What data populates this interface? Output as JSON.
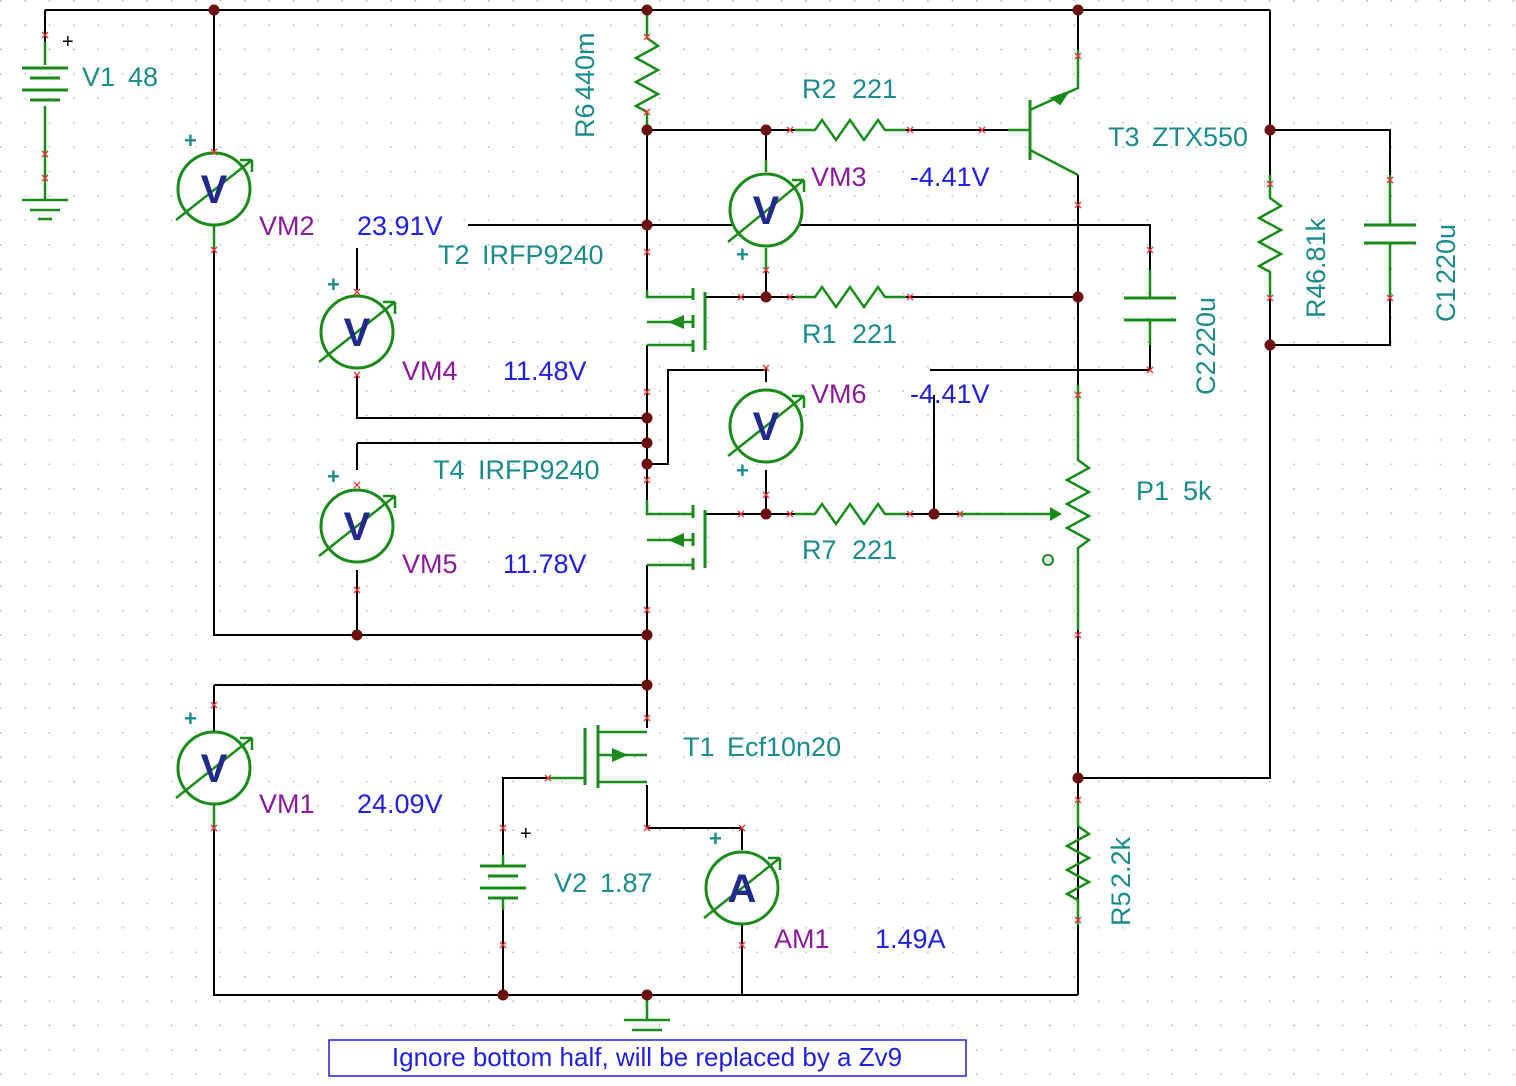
{
  "components": {
    "v1": {
      "name": "V1",
      "value": "48"
    },
    "v2": {
      "name": "V2",
      "value": "1.87"
    },
    "r6": {
      "name": "R6",
      "value": "440m"
    },
    "r2": {
      "name": "R2",
      "value": "221"
    },
    "r1": {
      "name": "R1",
      "value": "221"
    },
    "r7": {
      "name": "R7",
      "value": "221"
    },
    "r4": {
      "name": "R4",
      "value": "6.81k"
    },
    "r5": {
      "name": "R5",
      "value": "2.2k"
    },
    "c1": {
      "name": "C1",
      "value": "220u"
    },
    "c2": {
      "name": "C2",
      "value": "220u"
    },
    "p1": {
      "name": "P1",
      "value": "5k"
    },
    "t1": {
      "name": "T1",
      "value": "Ecf10n20"
    },
    "t2": {
      "name": "T2",
      "value": "IRFP9240"
    },
    "t3": {
      "name": "T3",
      "value": "ZTX550"
    },
    "t4": {
      "name": "T4",
      "value": "IRFP9240"
    }
  },
  "meters": {
    "vm1": {
      "name": "VM1",
      "reading": "24.09V",
      "symbol": "V"
    },
    "vm2": {
      "name": "VM2",
      "reading": "23.91V",
      "symbol": "V"
    },
    "vm3": {
      "name": "VM3",
      "reading": "-4.41V",
      "symbol": "V"
    },
    "vm4": {
      "name": "VM4",
      "reading": "11.48V",
      "symbol": "V"
    },
    "vm5": {
      "name": "VM5",
      "reading": "11.78V",
      "symbol": "V"
    },
    "vm6": {
      "name": "VM6",
      "reading": "-4.41V",
      "symbol": "V"
    },
    "am1": {
      "name": "AM1",
      "reading": "1.49A",
      "symbol": "A"
    }
  },
  "polarity": {
    "plus": "+"
  },
  "note": "Ignore bottom half, will be replaced by a Zv9",
  "colors": {
    "wire": "#000000",
    "component": "#1a8a1a",
    "label": "#1a8a8a",
    "meter_name": "#8a1a9a",
    "meter_value": "#2020e0",
    "meter_letter": "#1f2a8a",
    "terminal": "#ee3333",
    "junction": "#6b0f0f",
    "note_border": "#2020e0"
  }
}
